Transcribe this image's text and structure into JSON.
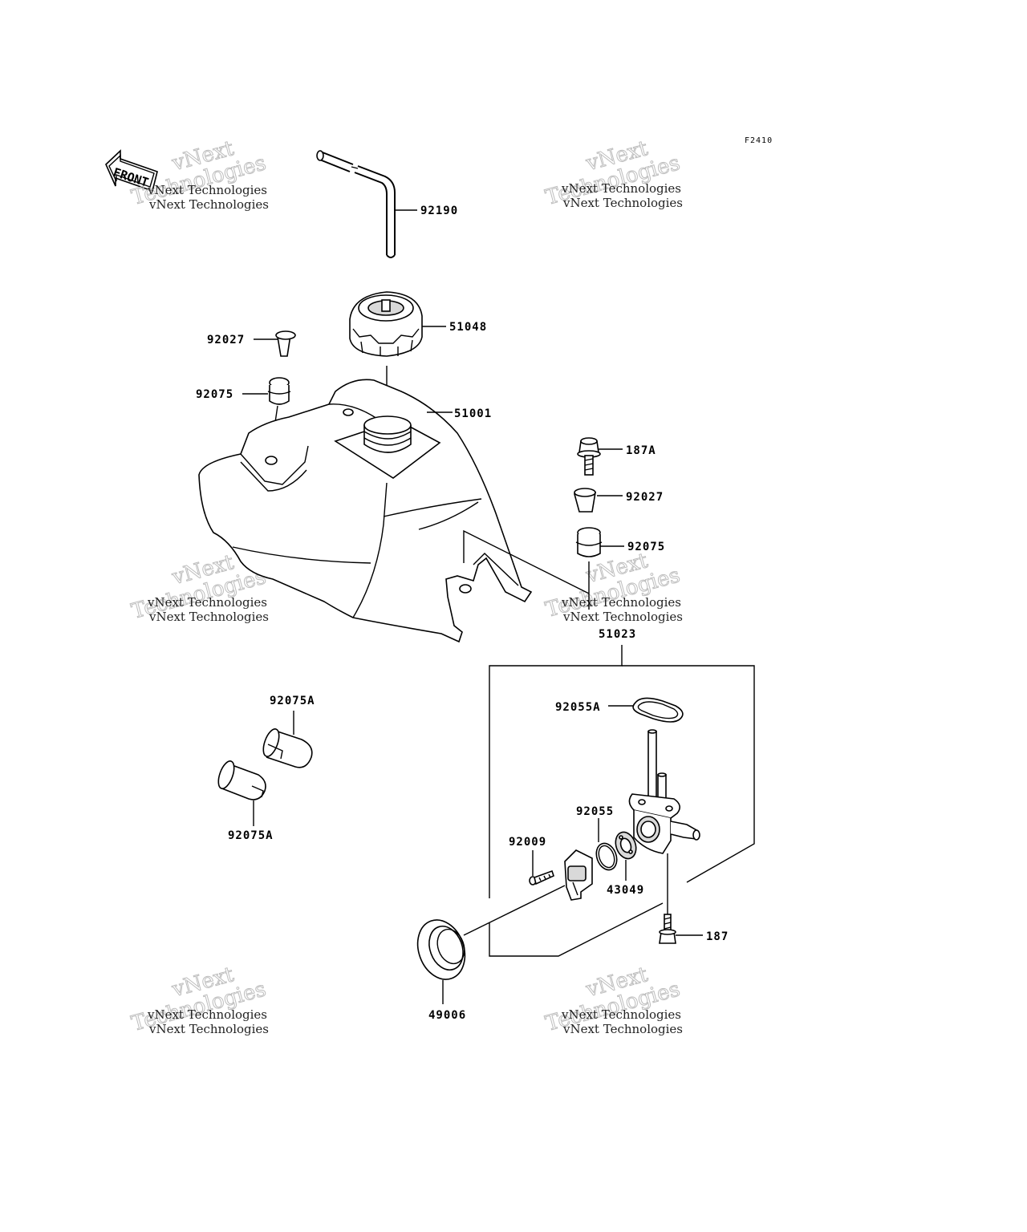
{
  "diagram_code": "F2410",
  "front_label": "FRONT",
  "watermark": {
    "line1": "vNext Technologies",
    "line2": "vNext",
    "line3": "Technologies"
  },
  "parts": {
    "p92190": "92190",
    "p51048": "51048",
    "p92027_left": "92027",
    "p92075_left": "92075",
    "p51001": "51001",
    "p187A": "187A",
    "p92027_right": "92027",
    "p92075_right": "92075",
    "p51023": "51023",
    "p92075A_top": "92075A",
    "p92075A_bottom": "92075A",
    "p92055A": "92055A",
    "p92055": "92055",
    "p92009": "92009",
    "p43049": "43049",
    "p187": "187",
    "p49006": "49006"
  }
}
